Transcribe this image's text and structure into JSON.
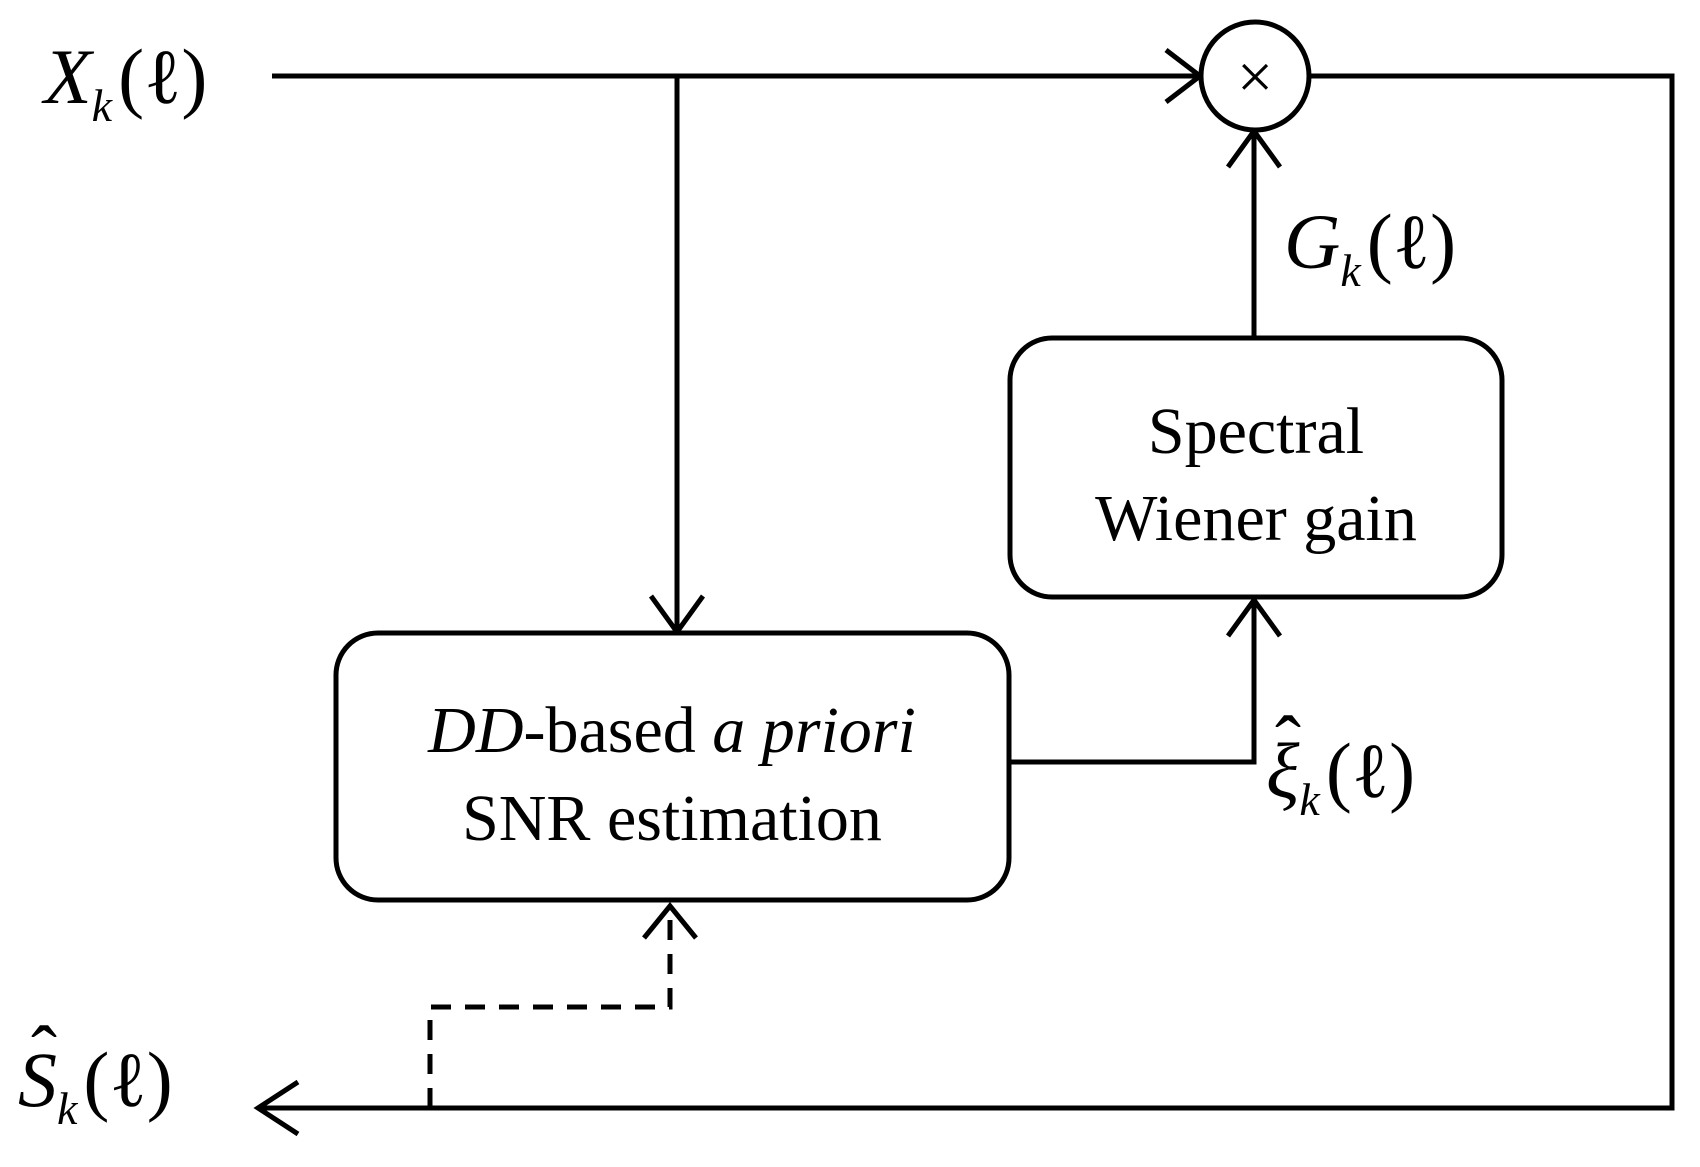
{
  "signals": {
    "input": {
      "base": "X",
      "sub": "k",
      "arg": "(ℓ)"
    },
    "gain": {
      "base": "G",
      "sub": "k",
      "arg": "(ℓ)"
    },
    "snr": {
      "base": "ξ",
      "hat": "ˆ",
      "sub": "k",
      "arg": "(ℓ)"
    },
    "output": {
      "base": "S",
      "hat": "ˆ",
      "sub": "k",
      "arg": "(ℓ)"
    }
  },
  "multiplier": {
    "symbol": "×"
  },
  "blocks": {
    "wiener": {
      "line1": "Spectral",
      "line2": "Wiener gain"
    },
    "dd_snr": {
      "line1_a": "DD",
      "line1_b": "-based ",
      "line1_c": "a priori",
      "line2": "SNR estimation"
    }
  }
}
